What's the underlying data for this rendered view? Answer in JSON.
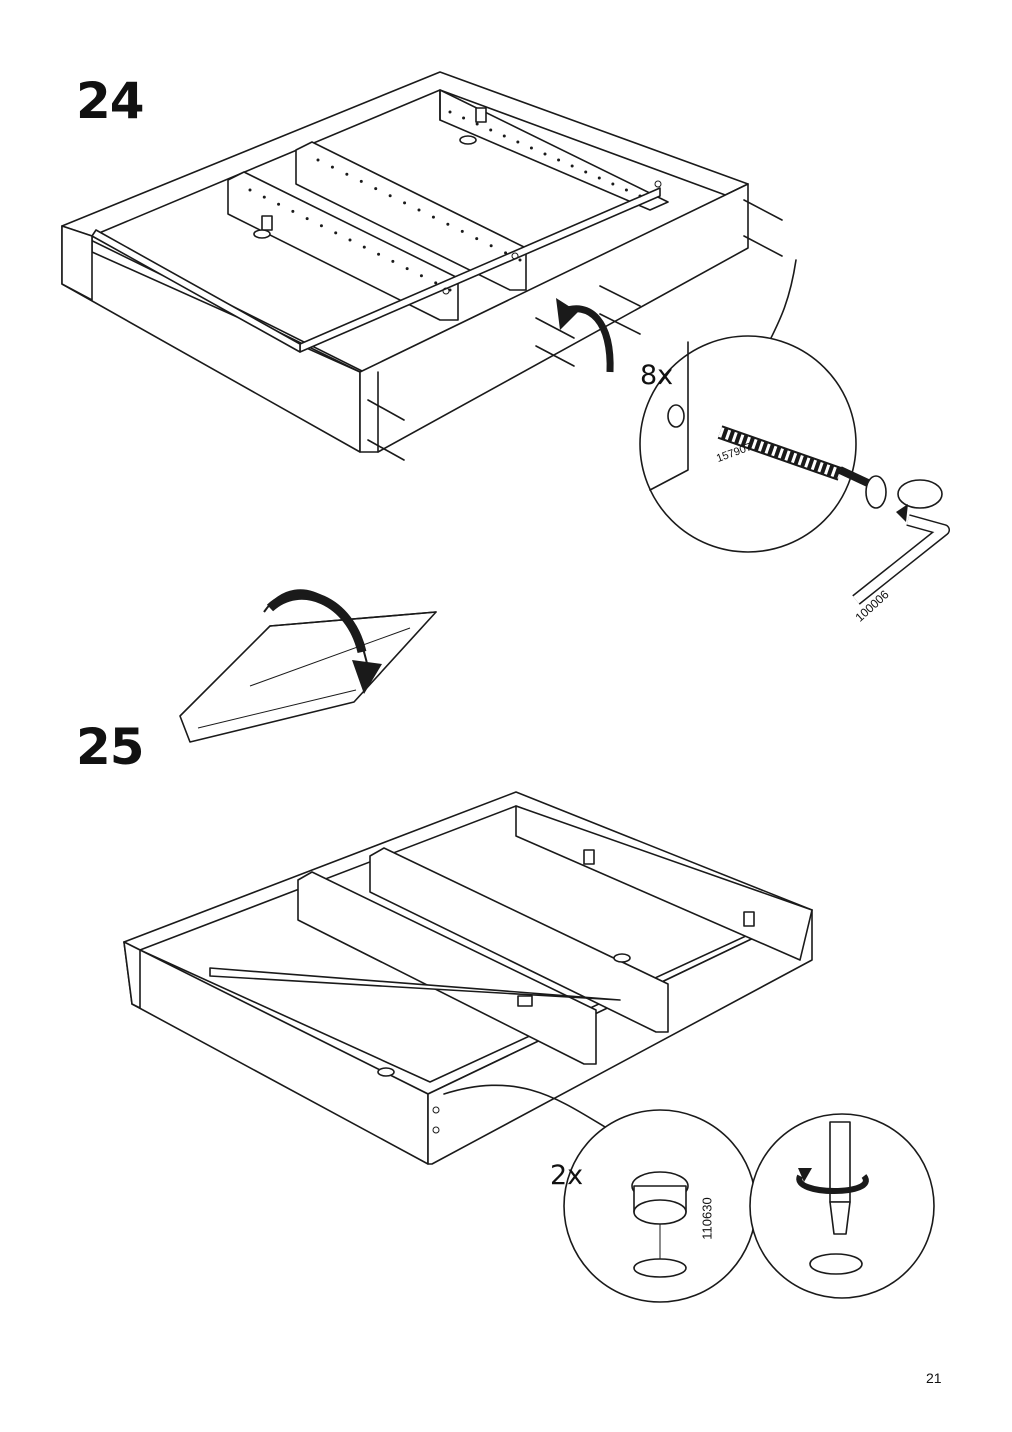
{
  "page": {
    "number": "21"
  },
  "steps": [
    {
      "number": "24",
      "quantity": "8x",
      "part_screw": "157907",
      "part_tool": "100006"
    },
    {
      "number": "25",
      "quantity": "2x",
      "part_cam": "110630"
    }
  ],
  "icons": [
    "frame-assembly",
    "screw-detail",
    "allen-key",
    "flip-arrow",
    "cam-lock",
    "screwdriver"
  ]
}
